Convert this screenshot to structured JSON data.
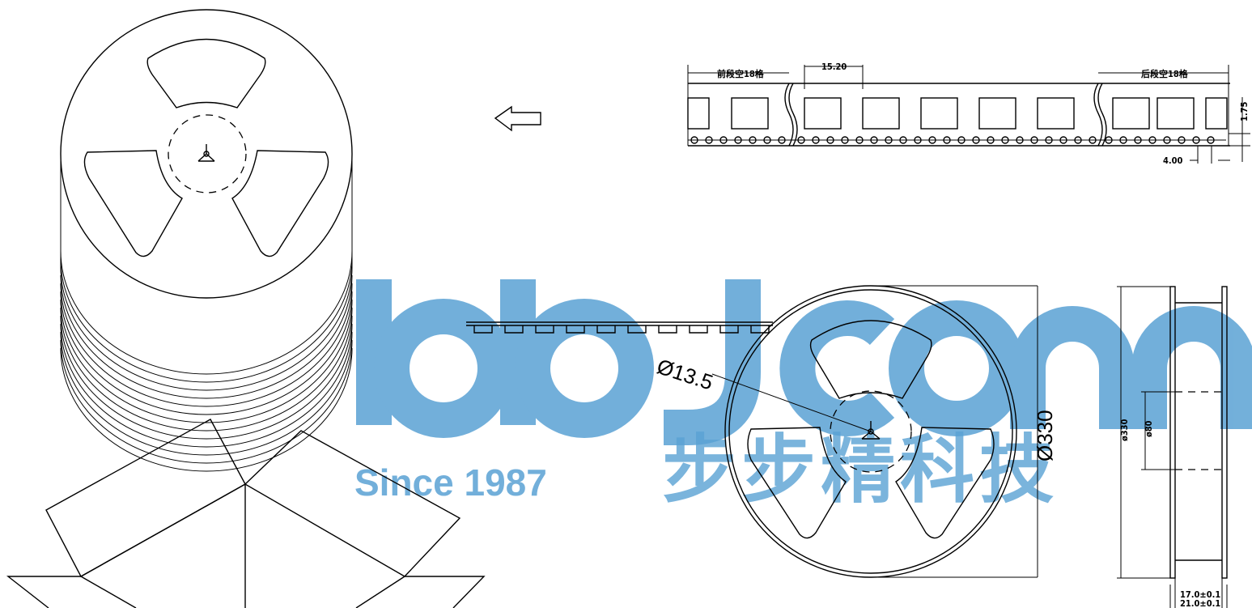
{
  "watermark": {
    "brand": "bbJconn",
    "since": "Since 1987",
    "cn_name": "步步精科技",
    "color": "#5aa2d4"
  },
  "tape": {
    "front_empty": "前段空18格",
    "pitch": "15.20",
    "rear_empty": "后段空18格",
    "edge_offset": "1.75",
    "hole_pitch": "4.00"
  },
  "reel": {
    "hub_dia": "Ø13.5",
    "outer_dia": "Ø330"
  },
  "side_view": {
    "outer_dia": "ø330",
    "hub_dia": "ø80",
    "inner_width": "17.0±0.1",
    "outer_width": "21.0±0.1"
  },
  "arrow": {
    "direction": "left",
    "icon": "hollow-arrow-left-icon"
  }
}
